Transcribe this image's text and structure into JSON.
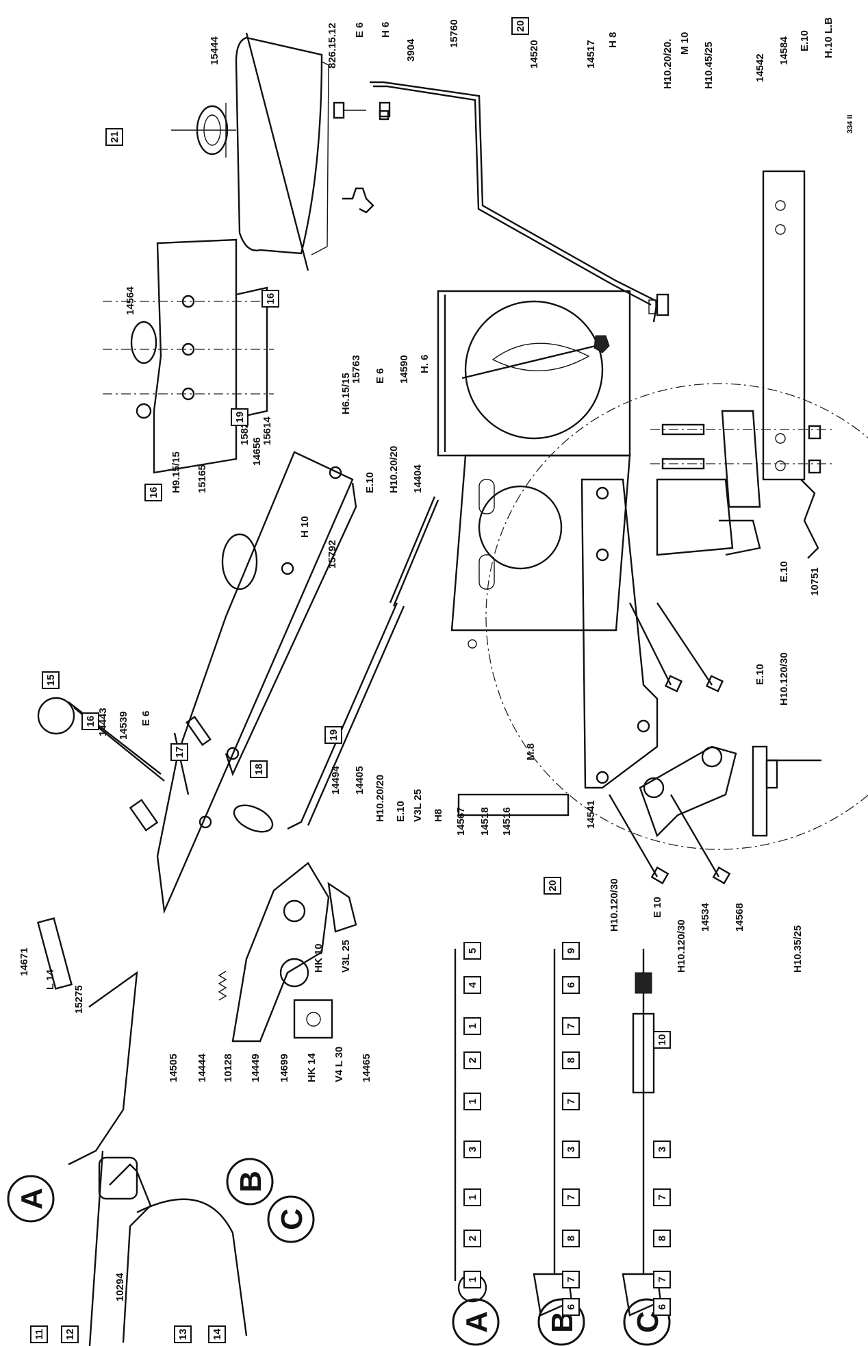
{
  "letters": {
    "A": "A",
    "B": "B",
    "C": "C"
  },
  "labels": {
    "p15444": "15444",
    "p826": "826.15.12",
    "pE6a": "E 6",
    "pH6a": "H 6",
    "p3904": "3904",
    "p15760": "15760",
    "p14520": "14520",
    "p14517": "14517",
    "pH8a": "H 8",
    "pH1020a": "H10.20/20.",
    "pM10": "M 10",
    "pH1045": "H10.45/25",
    "p14542": "14542",
    "p14584": "14584",
    "pE10a": "E.10",
    "pH10LB": "H.10 L.B",
    "p14564": "14564",
    "p15763": "15763",
    "pE6b": "E 6",
    "p14590": "14590",
    "pH6b": "H. 6",
    "pH615": "H6.15/15",
    "p15824": "15824",
    "p15614": "15614",
    "pH915": "H9.15/15",
    "p15165": "15165",
    "p14656": "14656",
    "pH10b": "H 10",
    "p15792": "15792",
    "pE10b": "E.10",
    "pH1020b": "H10.20/20",
    "p14404": "14404",
    "p10751": "10751",
    "pE10c": "E.10",
    "pE10d": "E.10",
    "pH10120a": "H10.120/30",
    "p14443": "14443",
    "p14539": "14539",
    "pE6c": "E 6",
    "p14494": "14494",
    "p14405": "14405",
    "pH1020c": "H10.20/20",
    "pE10e": "E.10",
    "pV3L25a": "V3L 25",
    "pH8b": "H8",
    "p14567": "14567",
    "p14518": "14518",
    "p14516": "14516",
    "pM8": "M.8",
    "p14541": "14541",
    "pH10120b": "H10.120/30",
    "pE10f": "E 10",
    "pH10120c": "H10.120/30",
    "p14534": "14534",
    "p14568": "14568",
    "pH1035": "H10.35/25",
    "p14671": "14671",
    "pL14": "L 14",
    "p15275": "15275",
    "p14505": "14505",
    "p14444": "14444",
    "p10128": "10128",
    "p14449": "14449",
    "p14699": "14699",
    "pHK14": "HK 14",
    "pV4L30": "V4 L 30",
    "p14465": "14465",
    "pHK10": "HK 10",
    "pV3L25b": "V3L 25",
    "p10294": "10294",
    "code": "334 II"
  },
  "boxes": {
    "b21": "21",
    "b20a": "20",
    "b16a": "16",
    "b16b": "16",
    "b19a": "19",
    "b15": "15",
    "b16c": "16",
    "b17": "17",
    "b19b": "19",
    "b18": "18",
    "b20b": "20",
    "b11": "11",
    "b12": "12",
    "b13": "13",
    "b14": "14",
    "a5": "5",
    "a4": "4",
    "a1a": "1",
    "a2a": "2",
    "a1b": "1",
    "a3": "3",
    "a1c": "1",
    "a2b": "2",
    "a1d": "1",
    "bb9": "9",
    "bb6a": "6",
    "bb7a": "7",
    "bb8a": "8",
    "bb7b": "7",
    "bb3": "3",
    "bb7c": "7",
    "bb8b": "8",
    "bb7d": "7",
    "bb6b": "6",
    "c10": "10",
    "c3": "3",
    "c7a": "7",
    "c8": "8",
    "c7b": "7",
    "c6": "6"
  }
}
